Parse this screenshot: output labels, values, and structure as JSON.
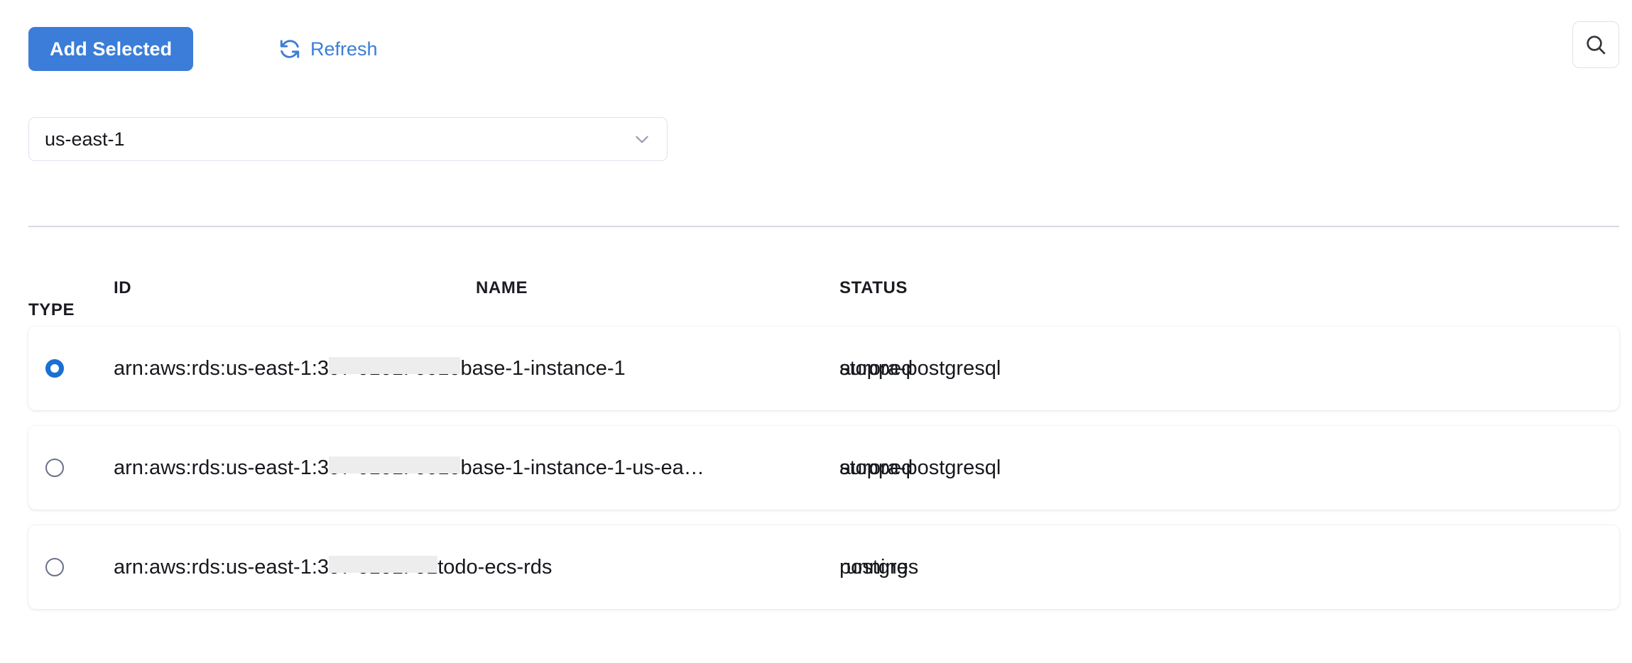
{
  "toolbar": {
    "add_selected_label": "Add Selected",
    "refresh_label": "Refresh",
    "refresh_icon": "refresh-icon",
    "search_icon": "search-icon"
  },
  "filters": {
    "region": {
      "label": "region-select",
      "value": "us-east-1",
      "chevron_icon": "chevron-down-icon"
    }
  },
  "table": {
    "columns": [
      "ID",
      "NAME",
      "STATUS",
      "TYPE"
    ],
    "rows": [
      {
        "selected": true,
        "id_prefix": "arn:aws:rds:us-east-1:3",
        "id_redacted": "97 0101: 0010",
        "id_suffix": "base-1-instance-1",
        "name": "",
        "status": "stopped",
        "type": "aurora-postgresql"
      },
      {
        "selected": false,
        "id_prefix": "arn:aws:rds:us-east-1:3",
        "id_redacted": "97 0101: 0010",
        "id_suffix": "base-1-instance-1-us-ea…",
        "name": "",
        "status": "stopped",
        "type": "aurora-postgresql"
      },
      {
        "selected": false,
        "id_prefix": "arn:aws:rds:us-east-1:3",
        "id_redacted": "97 0101: 01",
        "id_suffix": "todo-ecs-rds",
        "name": "",
        "status": "running",
        "type": "postgres"
      }
    ]
  },
  "colors": {
    "primary": "#3b7dd8",
    "radio_selected": "#1b6fd4",
    "divider": "#d6dae3",
    "redaction": "#ededee",
    "text": "#16181d"
  }
}
